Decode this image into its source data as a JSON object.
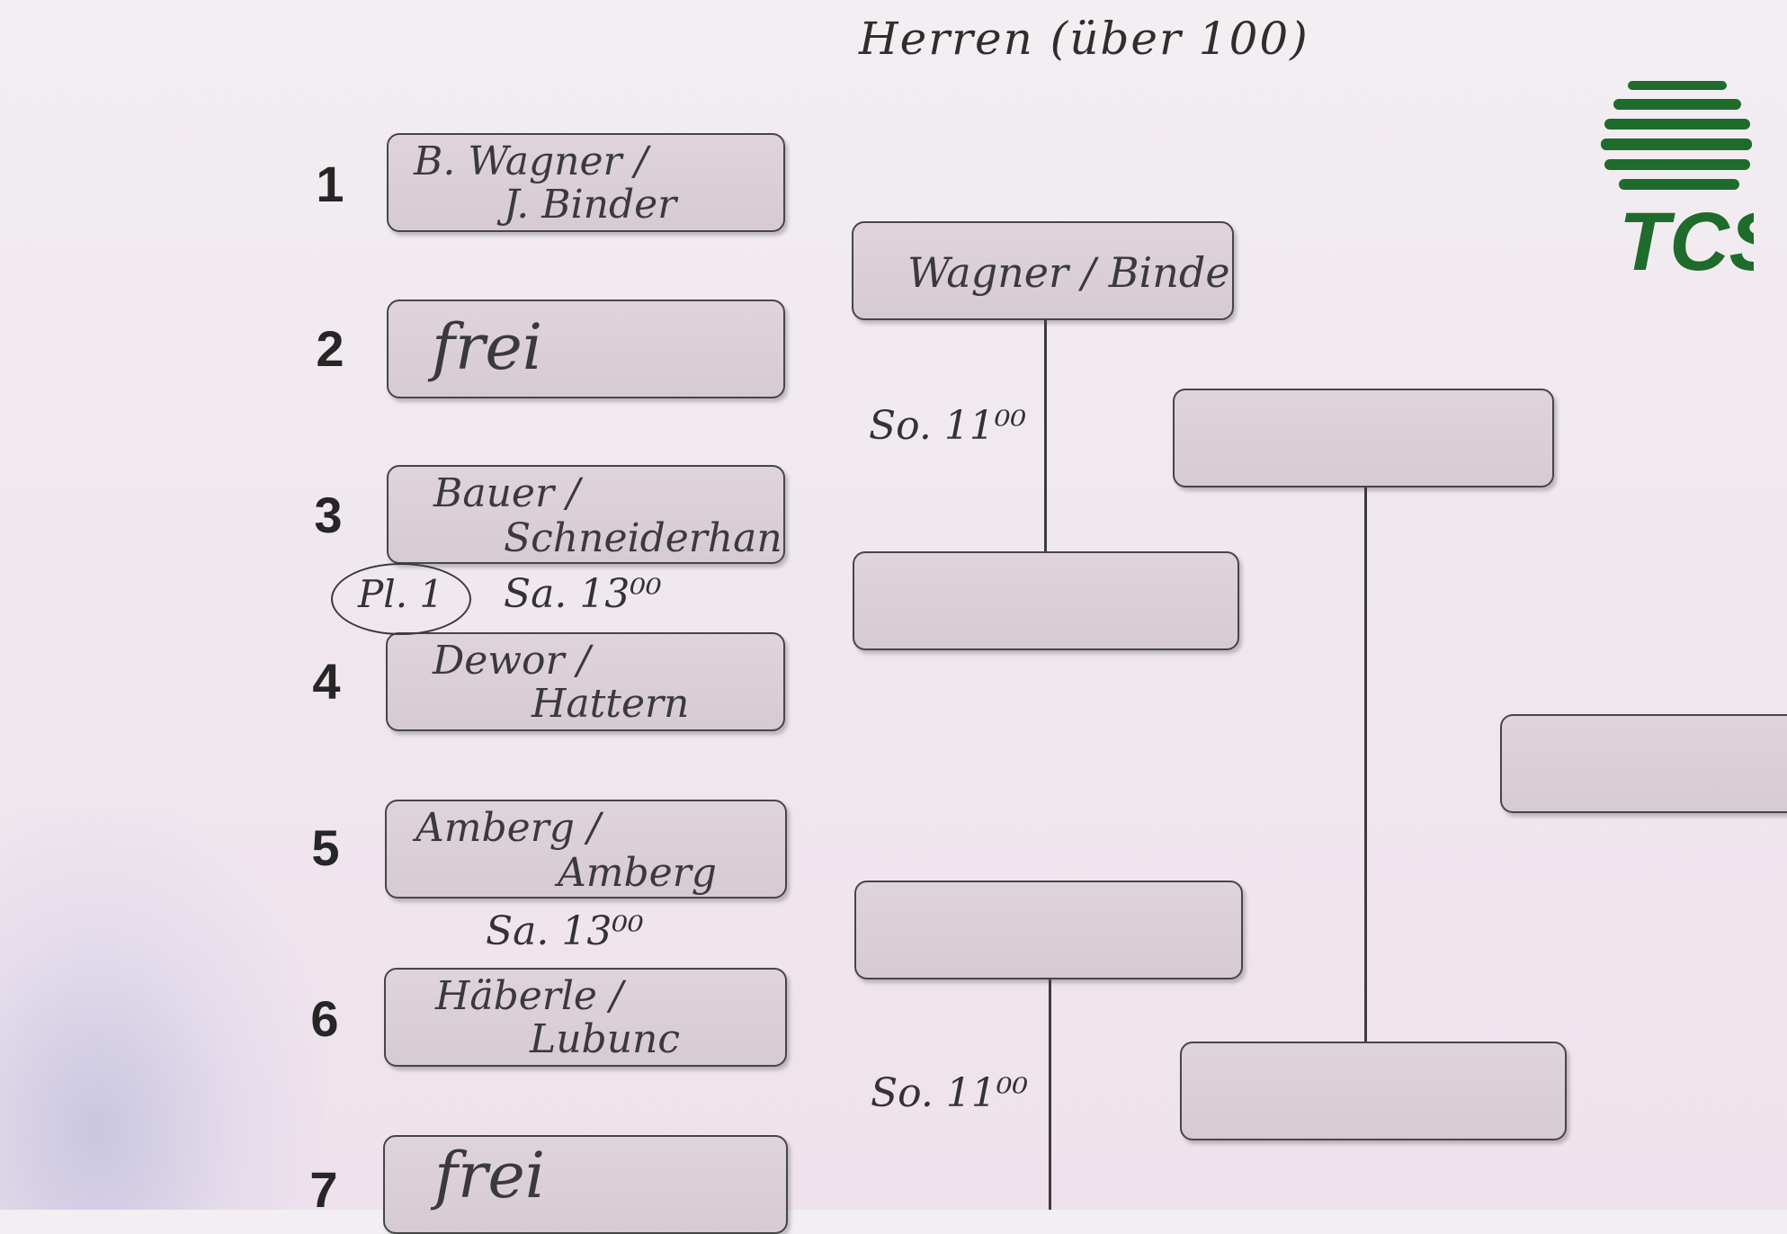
{
  "title": "Herren (über 100)",
  "logo": {
    "text": "TCS",
    "color": "#1e6b2c"
  },
  "round1": [
    {
      "seed": "1",
      "line1": "B. Wagner /",
      "line2": "J. Binder"
    },
    {
      "seed": "2",
      "line1": "frei",
      "line2": ""
    },
    {
      "seed": "3",
      "line1": "Bauer /",
      "line2": "Schneiderhan"
    },
    {
      "seed": "4",
      "line1": "Dewor /",
      "line2": "Hattern"
    },
    {
      "seed": "5",
      "line1": "Amberg /",
      "line2": "Amberg"
    },
    {
      "seed": "6",
      "line1": "Häberle /",
      "line2": "Lubunc"
    },
    {
      "seed": "7",
      "line1": "frei",
      "line2": ""
    }
  ],
  "match_notes": {
    "court": "Pl. 1",
    "match_3_4": "Sa. 13⁰⁰",
    "match_5_6": "Sa. 13⁰⁰"
  },
  "round2": {
    "winner_1_2": "Wagner / Binder",
    "time_top": "So. 11⁰⁰",
    "time_bottom": "So. 11⁰⁰"
  }
}
